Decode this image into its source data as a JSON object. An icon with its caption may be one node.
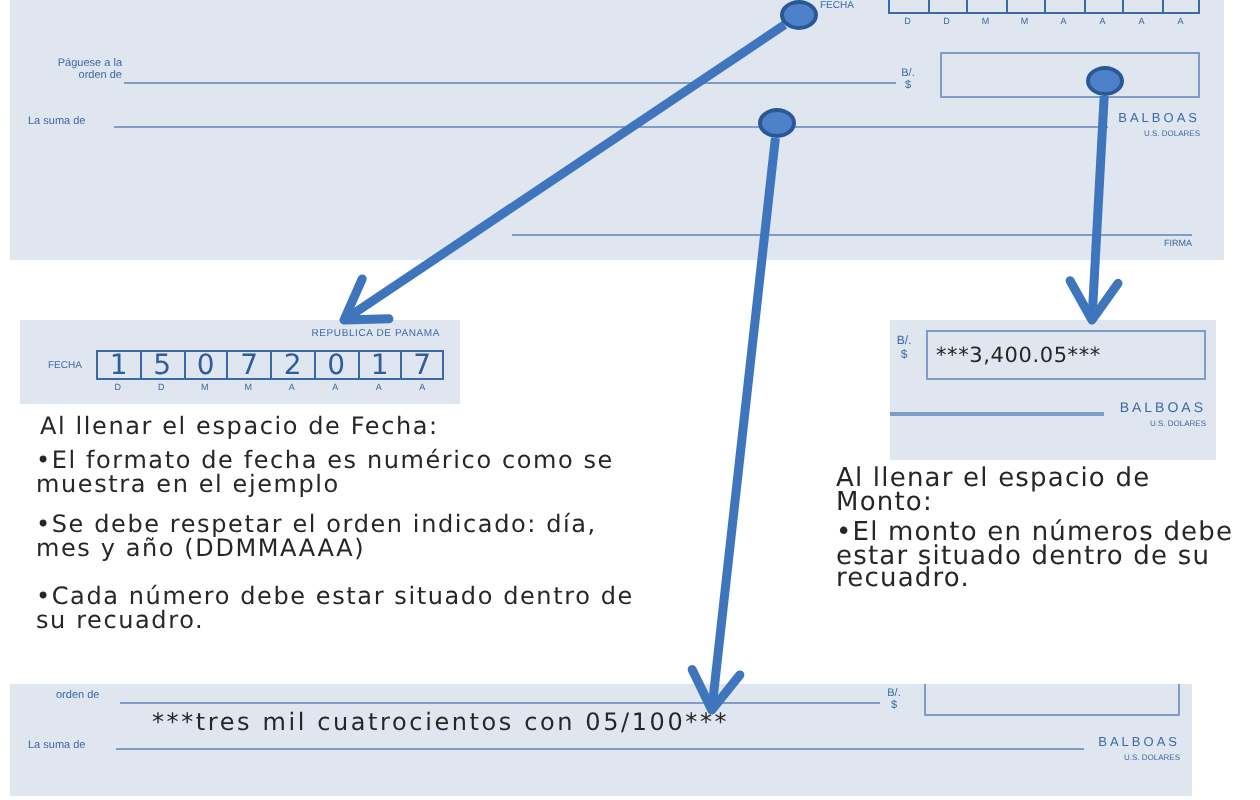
{
  "diagram": {
    "nodes": [
      {
        "text": [
          "FECHA",
          "D",
          "D",
          "M",
          "M",
          "A",
          "A",
          "A",
          "A",
          "Páguese a la orden de",
          "B/. $",
          "La suma de",
          "BALBOAS",
          "U.S. DOLARES",
          "FIRMA"
        ]
      },
      {
        "text": [],
        "shape": "circle",
        "in": 0
      },
      {
        "text": [],
        "shape": "box",
        "in": 0
      },
      {
        "text": [],
        "shape": "circle",
        "in": 2
      },
      {
        "text": [],
        "shape": "circle",
        "in": 0
      },
      {
        "text": [
          "REPUBLICA DE PANAMA",
          "FECHA",
          "1",
          "5",
          "0",
          "7",
          "2",
          "0",
          "1",
          "7",
          "D",
          "D",
          "M",
          "M",
          "A",
          "A",
          "A",
          "A"
        ],
        "beside": [
          "Al llenar el espacio de Fecha:",
          "•El formato de fecha es numérico como se muestra en el ejemplo",
          "•Se debe respetar el orden indicado: día, mes y año (DDMMAAAA)",
          "•Cada número debe estar situado dentro de su recuadro."
        ]
      },
      {
        "text": [
          "B/. $",
          "***3,400.05***",
          "BALBOAS",
          "U.S. DOLARES"
        ],
        "beside": [
          "Al llenar el espacio de Monto:",
          "•El monto en números debe estar situado dentro de su recuadro."
        ]
      },
      {
        "text": [
          "orden de",
          "B/. $",
          "La suma de",
          "BALBOAS",
          "U.S. DOLARES"
        ]
      },
      {
        "text": [],
        "shape": "box",
        "in": 7
      },
      {
        "text": [
          "***tres mil cuatrocientos con 05/100***"
        ],
        "in": 7
      }
    ],
    "edges": [
      {
        "from": 1,
        "to": 5,
        "arrow": "to"
      },
      {
        "from": 3,
        "to": 6,
        "arrow": "to"
      },
      {
        "from": 4,
        "to": 9,
        "arrow": "to"
      }
    ]
  }
}
